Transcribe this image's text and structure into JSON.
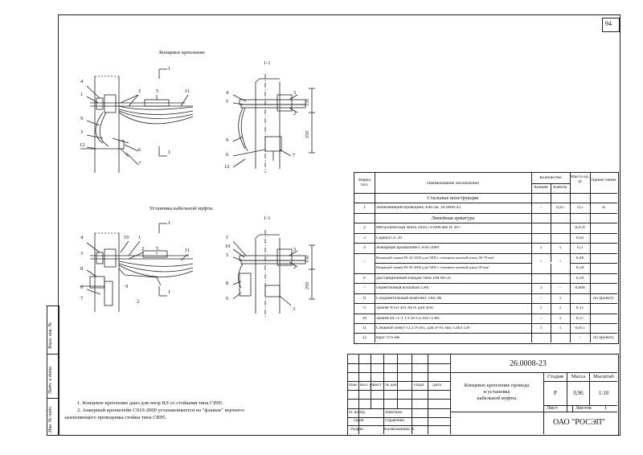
{
  "sheet_number": "94",
  "side_stamp": [
    "Инв. № подл.",
    "Подп. и дата",
    "Взам. инв. №"
  ],
  "views": {
    "top_left_title": "Концевое крепление",
    "top_right_title": "1-1",
    "bottom_left_title": "Установка кабельной муфты",
    "bottom_right_title": "1-1",
    "section_mark": "1",
    "top_left_callouts": [
      "4",
      "1",
      "2",
      "5",
      "11",
      "9",
      "3",
      "12",
      "6",
      "7"
    ],
    "top_right_callouts": [
      "4",
      "5",
      "3",
      "2",
      "9",
      "6",
      "12",
      "7"
    ],
    "top_right_dims": [
      "150",
      "250"
    ],
    "bottom_left_callouts": [
      "4",
      "10",
      "1",
      "2",
      "5",
      "11",
      "3",
      "8",
      "9",
      "6",
      "7",
      "2"
    ],
    "bottom_right_callouts": [
      "1",
      "10",
      "5",
      "3",
      "2",
      "8",
      "6",
      "3"
    ],
    "bottom_right_dims": [
      "150",
      "250"
    ]
  },
  "spec_table": {
    "headers": {
      "mark": "Марка поз.",
      "name": "Наименование обозначение",
      "qty": "Количество",
      "qty_end": "Концев",
      "qty_cable": "Кабель",
      "mass": "Масса ед., кг",
      "note": "Приме-чание"
    },
    "sections": {
      "steel": "Стальные конструкции",
      "line": "Линейная арматура"
    },
    "rows": [
      {
        "pos": "1",
        "name": "Заземляющий проводник ЗП6 см. 26.0008-43",
        "end": "–",
        "cable": "0,65",
        "mass": "0,5",
        "note": "м"
      },
      {
        "pos": "2",
        "name": "Металлическая лента 20х0,7х1000 мм IF 207",
        "end": "",
        "cable": "",
        "mass": "0,078",
        "note": ""
      },
      {
        "pos": "3",
        "name": "Скрепа CF 20",
        "end": "",
        "cable": "",
        "mass": "0,02",
        "note": ""
      },
      {
        "pos": "4",
        "name": "Анкерный кронштейн CS10-2000",
        "end": "1",
        "cable": "1",
        "mass": "0,3",
        "note": ""
      },
      {
        "pos": "5",
        "name": "Натяжной зажим PA 54-1500 для СИП с сечением нулевой жилы 50-70 мм²",
        "end": "1",
        "cable": "1",
        "mass": "0,46",
        "note": ""
      },
      {
        "pos": "",
        "name": "Натяжной зажим PA 95-2000 для СИП с сечением нулевой жилы 95 мм²",
        "end": "",
        "cable": "",
        "mass": "0,58",
        "note": ""
      },
      {
        "pos": "6",
        "name": "Дистанционный бандаж типа EM 86-50",
        "end": "",
        "cable": "",
        "mass": "0,19",
        "note": ""
      },
      {
        "pos": "7",
        "name": "Герметичный колпачок GPE",
        "end": "3",
        "cable": "–",
        "mass": "0,008",
        "note": ""
      },
      {
        "pos": "8",
        "name": "Соединительный комплект JAS 4R",
        "end": "–",
        "cable": "1",
        "mass": "",
        "note": "по проекту"
      },
      {
        "pos": "9",
        "name": "Зажим NTD 301 AF/F для ЗП6",
        "end": "1",
        "cable": "1",
        "mass": "0,15",
        "note": ""
      },
      {
        "pos": "10",
        "name": "Зажим ПС-1-1 ТУ34-13-10273-88.",
        "end": "–",
        "cable": "1",
        "mass": "0,37",
        "note": ""
      },
      {
        "pos": "11",
        "name": "Стяжной хомут CCI 9-265, для d=65 мм, СИП 120",
        "end": "1",
        "cable": "1",
        "mass": "0,015",
        "note": ""
      },
      {
        "pos": "12",
        "name": "Круг О 6 мм",
        "end": "",
        "cable": "",
        "mass": "–",
        "note": "по проекту"
      }
    ]
  },
  "notes": [
    "1. Концевое крепление дано для опор ВЛ со стойками типа СВ95.",
    "2. Анкерный кронштейн CS10-2000 устанавливается на \"флажок\" верхнего",
    "заземляющего проводника стойки типа СВ95."
  ],
  "title_block": {
    "code": "26.0008-23",
    "title_lines": [
      "Концевое крепление провода",
      "и установка",
      "кабельной муфты"
    ],
    "col_headers": [
      "Изм.",
      "Кол. уч.",
      "Лист",
      "№ док.",
      "Подп.",
      "Дата"
    ],
    "roles": [
      {
        "role": "Н. контр.",
        "name": "Амелина"
      },
      {
        "role": "Пров.",
        "name": "Гордеенко"
      },
      {
        "role": "Разраб.",
        "name": "Калабашкина А"
      }
    ],
    "stage_label": "Стадия",
    "mass_label": "Масса",
    "scale_label": "Масштаб",
    "stage": "Р",
    "mass": "0,96",
    "scale": "1:10",
    "sheet_label": "Лист",
    "sheets_label": "Листов",
    "sheets": "1",
    "org": "ОАО \"РОСЭП\""
  }
}
